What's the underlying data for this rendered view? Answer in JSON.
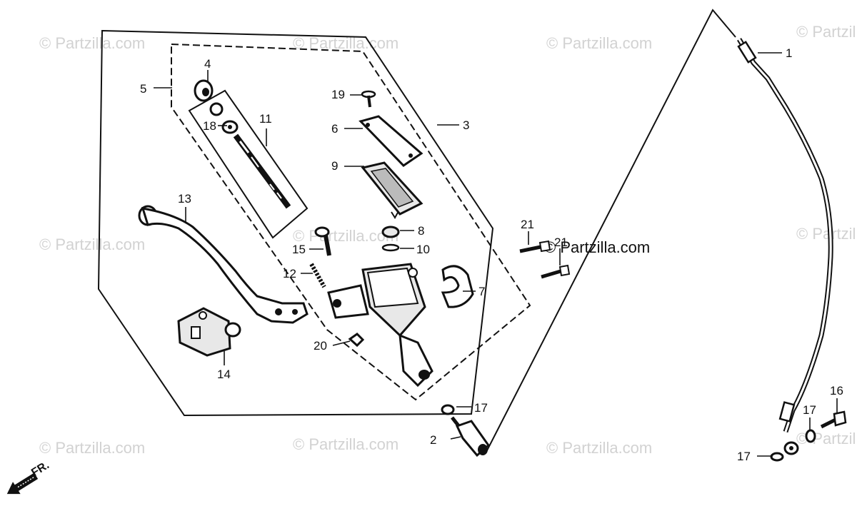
{
  "watermark": "© Partzilla.com",
  "watermark_center": "© Partzilla.com",
  "direction_label": "FR.",
  "callouts": {
    "c1": "1",
    "c2": "2",
    "c3": "3",
    "c4": "4",
    "c5": "5",
    "c6": "6",
    "c7": "7",
    "c8": "8",
    "c9": "9",
    "c10": "10",
    "c11": "11",
    "c12": "12",
    "c13": "13",
    "c14": "14",
    "c15": "15",
    "c16": "16",
    "c17a": "17",
    "c17b": "17",
    "c17c": "17",
    "c18": "18",
    "c19": "19",
    "c20": "20",
    "c21a": "21",
    "c21b": "21"
  },
  "colors": {
    "ink": "#111111",
    "watermark": "#d2d2d2",
    "part_fill": "#e8e8e8"
  }
}
